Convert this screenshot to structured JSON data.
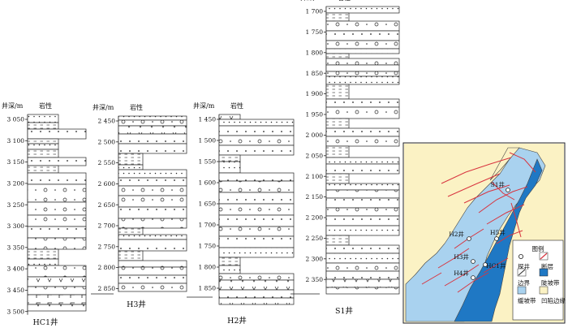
{
  "header": {
    "depth_label": "井深/m",
    "lith_label": "岩性"
  },
  "wells": [
    {
      "id": "HC1",
      "title": "HC1井",
      "depths": [
        "3 050",
        "3 100",
        "3 150",
        "3 200",
        "3 250",
        "3 300",
        "3 350",
        "3 400",
        "3 450",
        "3 500"
      ]
    },
    {
      "id": "H3",
      "title": "H3井",
      "depths": [
        "2 450",
        "2 500",
        "2 550",
        "2 600",
        "2 650",
        "2 700",
        "2 750",
        "2 800",
        "2 850"
      ]
    },
    {
      "id": "H2",
      "title": "H2井",
      "depths": [
        "1 450",
        "1 500",
        "1 550",
        "1 600",
        "1 650",
        "1 700",
        "1 750",
        "1 800",
        "1 850"
      ]
    },
    {
      "id": "S1",
      "title": "S1井",
      "depths": [
        "1 700",
        "1 750",
        "1 800",
        "1 850",
        "1 900",
        "1 950",
        "2 000",
        "2 050",
        "2 100",
        "2 150",
        "2 200",
        "2 250",
        "2 300",
        "2 350"
      ]
    }
  ],
  "map": {
    "well_labels": [
      "S1井",
      "H2井",
      "H5井",
      "H3井",
      "HC1井",
      "H4井"
    ],
    "legend": {
      "title": "图例",
      "items": [
        {
          "key": "well",
          "label": "探井"
        },
        {
          "key": "fault",
          "label": "断层"
        },
        {
          "key": "boundary",
          "label": "边界"
        },
        {
          "key": "slope",
          "label": "陡坡带"
        },
        {
          "key": "gentle",
          "label": "缓坡带"
        },
        {
          "key": "depression",
          "label": "凹陷边缘"
        }
      ]
    },
    "colors": {
      "gentle": "#a9d2ef",
      "steep": "#1f78c4",
      "depression": "#fbf2c4",
      "fault": "#d8343f"
    }
  }
}
